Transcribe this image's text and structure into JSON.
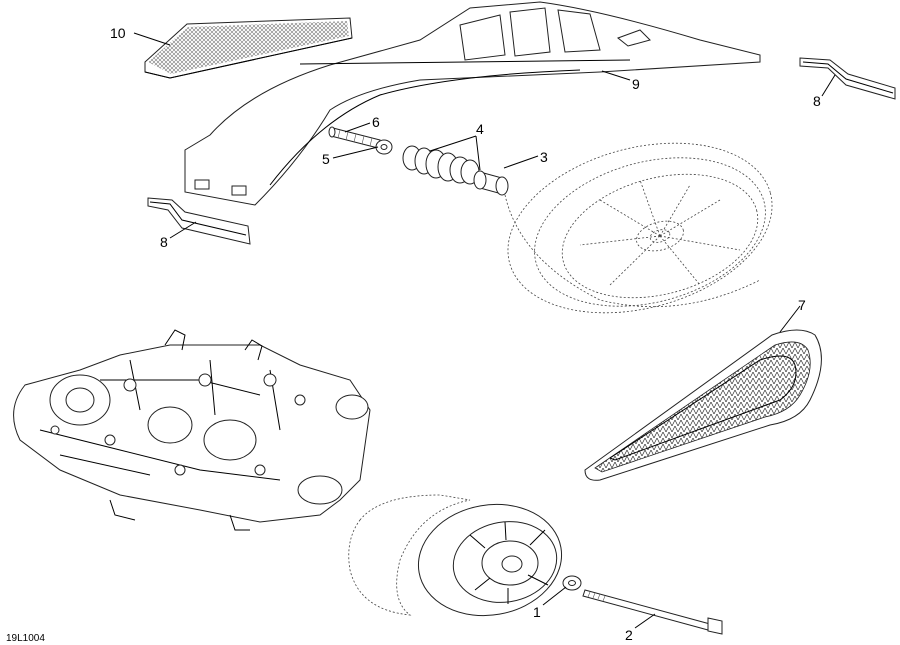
{
  "diagram": {
    "drawing_code": "19L1004",
    "callouts": [
      {
        "id": "c10",
        "label": "10"
      },
      {
        "id": "c9",
        "label": "9"
      },
      {
        "id": "c8a",
        "label": "8"
      },
      {
        "id": "c8b",
        "label": "8"
      },
      {
        "id": "c6",
        "label": "6"
      },
      {
        "id": "c5",
        "label": "5"
      },
      {
        "id": "c4",
        "label": "4"
      },
      {
        "id": "c3",
        "label": "3"
      },
      {
        "id": "c7",
        "label": "7"
      },
      {
        "id": "c1",
        "label": "1"
      },
      {
        "id": "c2",
        "label": "2"
      }
    ]
  }
}
